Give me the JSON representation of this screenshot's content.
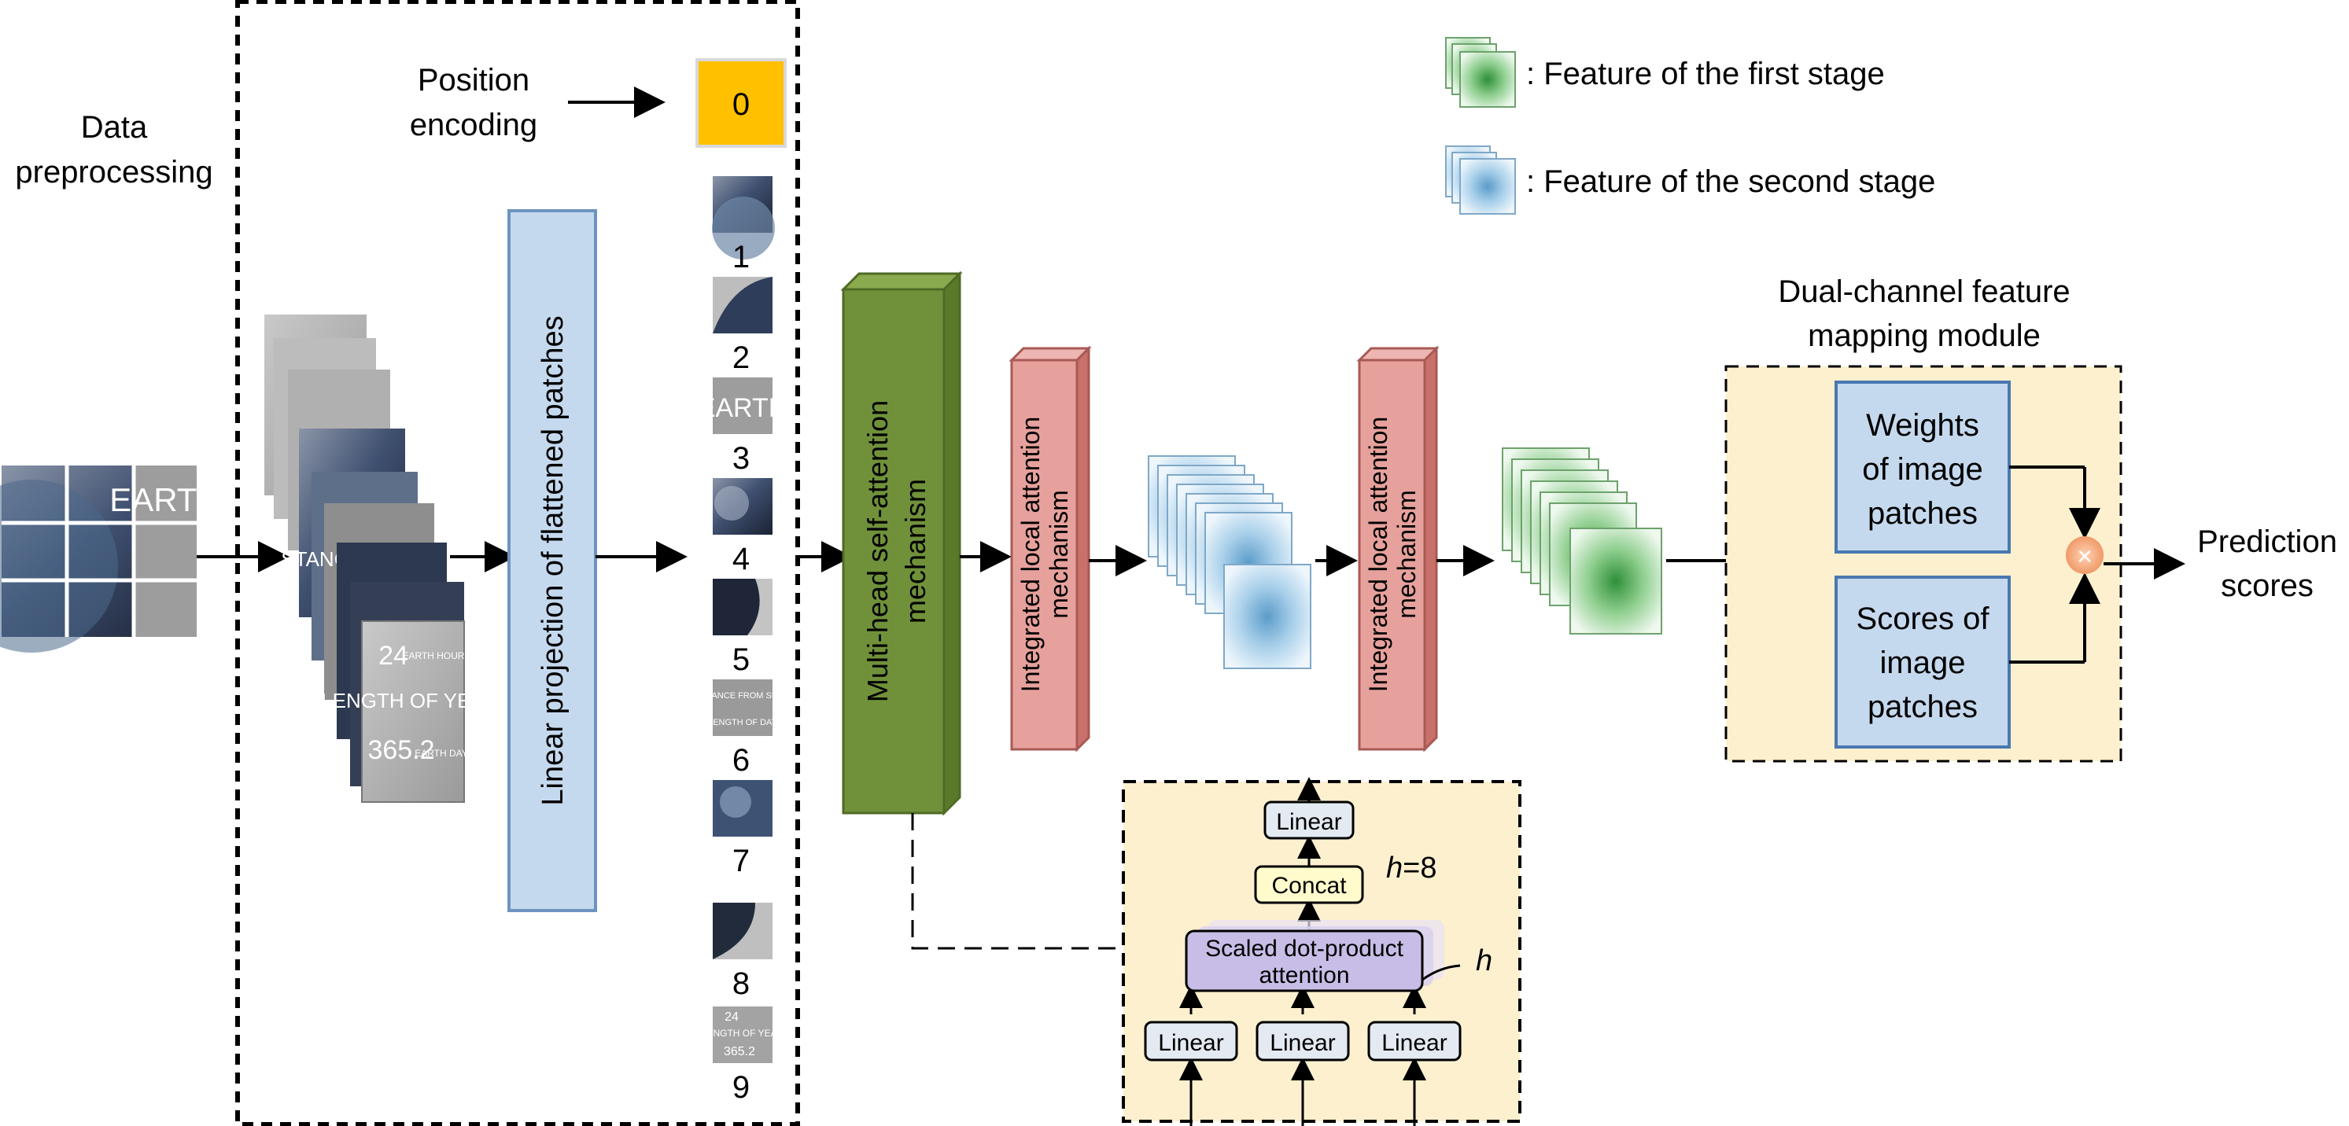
{
  "input": {
    "label_line1": "Data",
    "label_line2": "preprocessing",
    "image_text": "EARTH"
  },
  "position_encoding": {
    "label_line1": "Position",
    "label_line2": "encoding",
    "token": "0"
  },
  "patches": [
    {
      "index": "1"
    },
    {
      "index": "2"
    },
    {
      "index": "3"
    },
    {
      "index": "4"
    },
    {
      "index": "5"
    },
    {
      "index": "6"
    },
    {
      "index": "7"
    },
    {
      "index": "8"
    },
    {
      "index": "9"
    }
  ],
  "patch_texts": {
    "p3": "EARTH",
    "p6": "STANCE FROM SUN",
    "p6b": "LENGTH OF DAY",
    "p9a": "24",
    "p9b": "LENGTH OF YEAR",
    "p9c": "365.2"
  },
  "stack_texts": {
    "line1": "STANCE FROM SUN",
    "line2": "24",
    "line2_small": "EARTH HOURS",
    "line3": "LENGTH OF YEAR:",
    "line4": "365.2",
    "line4_small": "EARTH DAYS"
  },
  "linear_projection": {
    "label": "Linear projection of flattened patches"
  },
  "mhsa": {
    "label_line1": "Multi-head self-attention",
    "label_line2": "mechanism"
  },
  "ila1": {
    "label_line1": "Integrated local attention",
    "label_line2": "mechanism"
  },
  "ila2": {
    "label_line1": "Integrated local attention",
    "label_line2": "mechanism"
  },
  "legend": {
    "first_stage": ": Feature of the first stage",
    "second_stage": ": Feature of the second stage"
  },
  "attention_detail": {
    "linear_top": "Linear",
    "concat": "Concat",
    "h_label_italic": "h",
    "h_label_value": "=8",
    "sdpa_line1": "Scaled dot-product",
    "sdpa_line2": "attention",
    "h_side": "h",
    "linear_q": "Linear",
    "linear_k": "Linear",
    "linear_v": "Linear"
  },
  "dual_channel": {
    "title_line1": "Dual-channel feature",
    "title_line2": "mapping module",
    "weights_line1": "Weights",
    "weights_line2": "of image",
    "weights_line3": "patches",
    "scores_line1": "Scores of",
    "scores_line2": "image",
    "scores_line3": "patches",
    "multiply_symbol": "×"
  },
  "output": {
    "label_line1": "Prediction",
    "label_line2": "scores"
  },
  "colors": {
    "orange_token": "#ffc000",
    "light_blue_box": "#c5d9ee",
    "blue_border": "#6d94c0",
    "green_front": "#70913a",
    "green_side": "#5a7a2a",
    "red_front": "#e6a19c",
    "red_side": "#c9706b",
    "panel_fill": "#fdf0cf",
    "sdpa_fill": "#c8bde6",
    "concat_fill": "#fffbcc",
    "linear_fill": "#e4eaf2",
    "multiply_fill": "#f4b48c"
  }
}
